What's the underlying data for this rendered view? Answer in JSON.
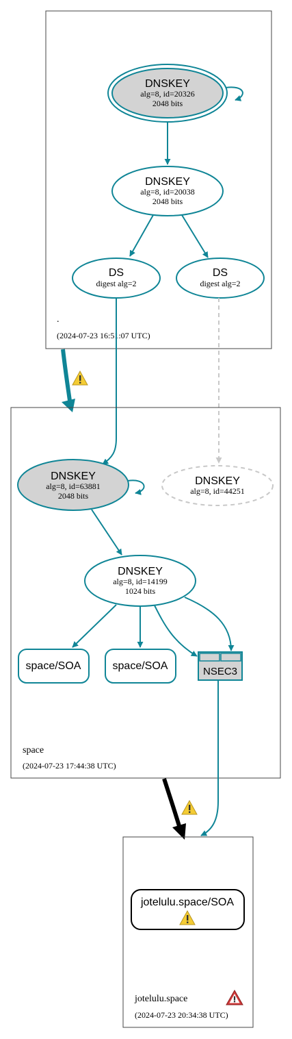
{
  "colors": {
    "edge": "#0f8596",
    "node_fill_ksk": "#d3d3d3",
    "dashed": "#c8c8c8",
    "zone_border": "#444444",
    "delegation_black": "#000000",
    "warning_yellow": "#f4cc34",
    "error_red": "#d03a3a"
  },
  "zones": {
    "root": {
      "name": ".",
      "timestamp": "(2024-07-23 16:51:07 UTC)",
      "ksk": {
        "title": "DNSKEY",
        "line1": "alg=8, id=20326",
        "line2": "2048 bits"
      },
      "zsk": {
        "title": "DNSKEY",
        "line1": "alg=8, id=20038",
        "line2": "2048 bits"
      },
      "ds_left": {
        "title": "DS",
        "line1": "digest alg=2"
      },
      "ds_right": {
        "title": "DS",
        "line1": "digest alg=2"
      }
    },
    "space": {
      "name": "space",
      "timestamp": "(2024-07-23 17:44:38 UTC)",
      "ksk": {
        "title": "DNSKEY",
        "line1": "alg=8, id=63881",
        "line2": "2048 bits"
      },
      "missing_key": {
        "title": "DNSKEY",
        "line1": "alg=8, id=44251"
      },
      "zsk": {
        "title": "DNSKEY",
        "line1": "alg=8, id=14199",
        "line2": "1024 bits"
      },
      "soa_left": "space/SOA",
      "soa_right": "space/SOA",
      "nsec3": "NSEC3"
    },
    "jotelulu": {
      "name": "jotelulu.space",
      "timestamp": "(2024-07-23 20:34:38 UTC)",
      "soa": "jotelulu.space/SOA"
    }
  },
  "icons": [
    "warning-icon",
    "error-icon"
  ]
}
